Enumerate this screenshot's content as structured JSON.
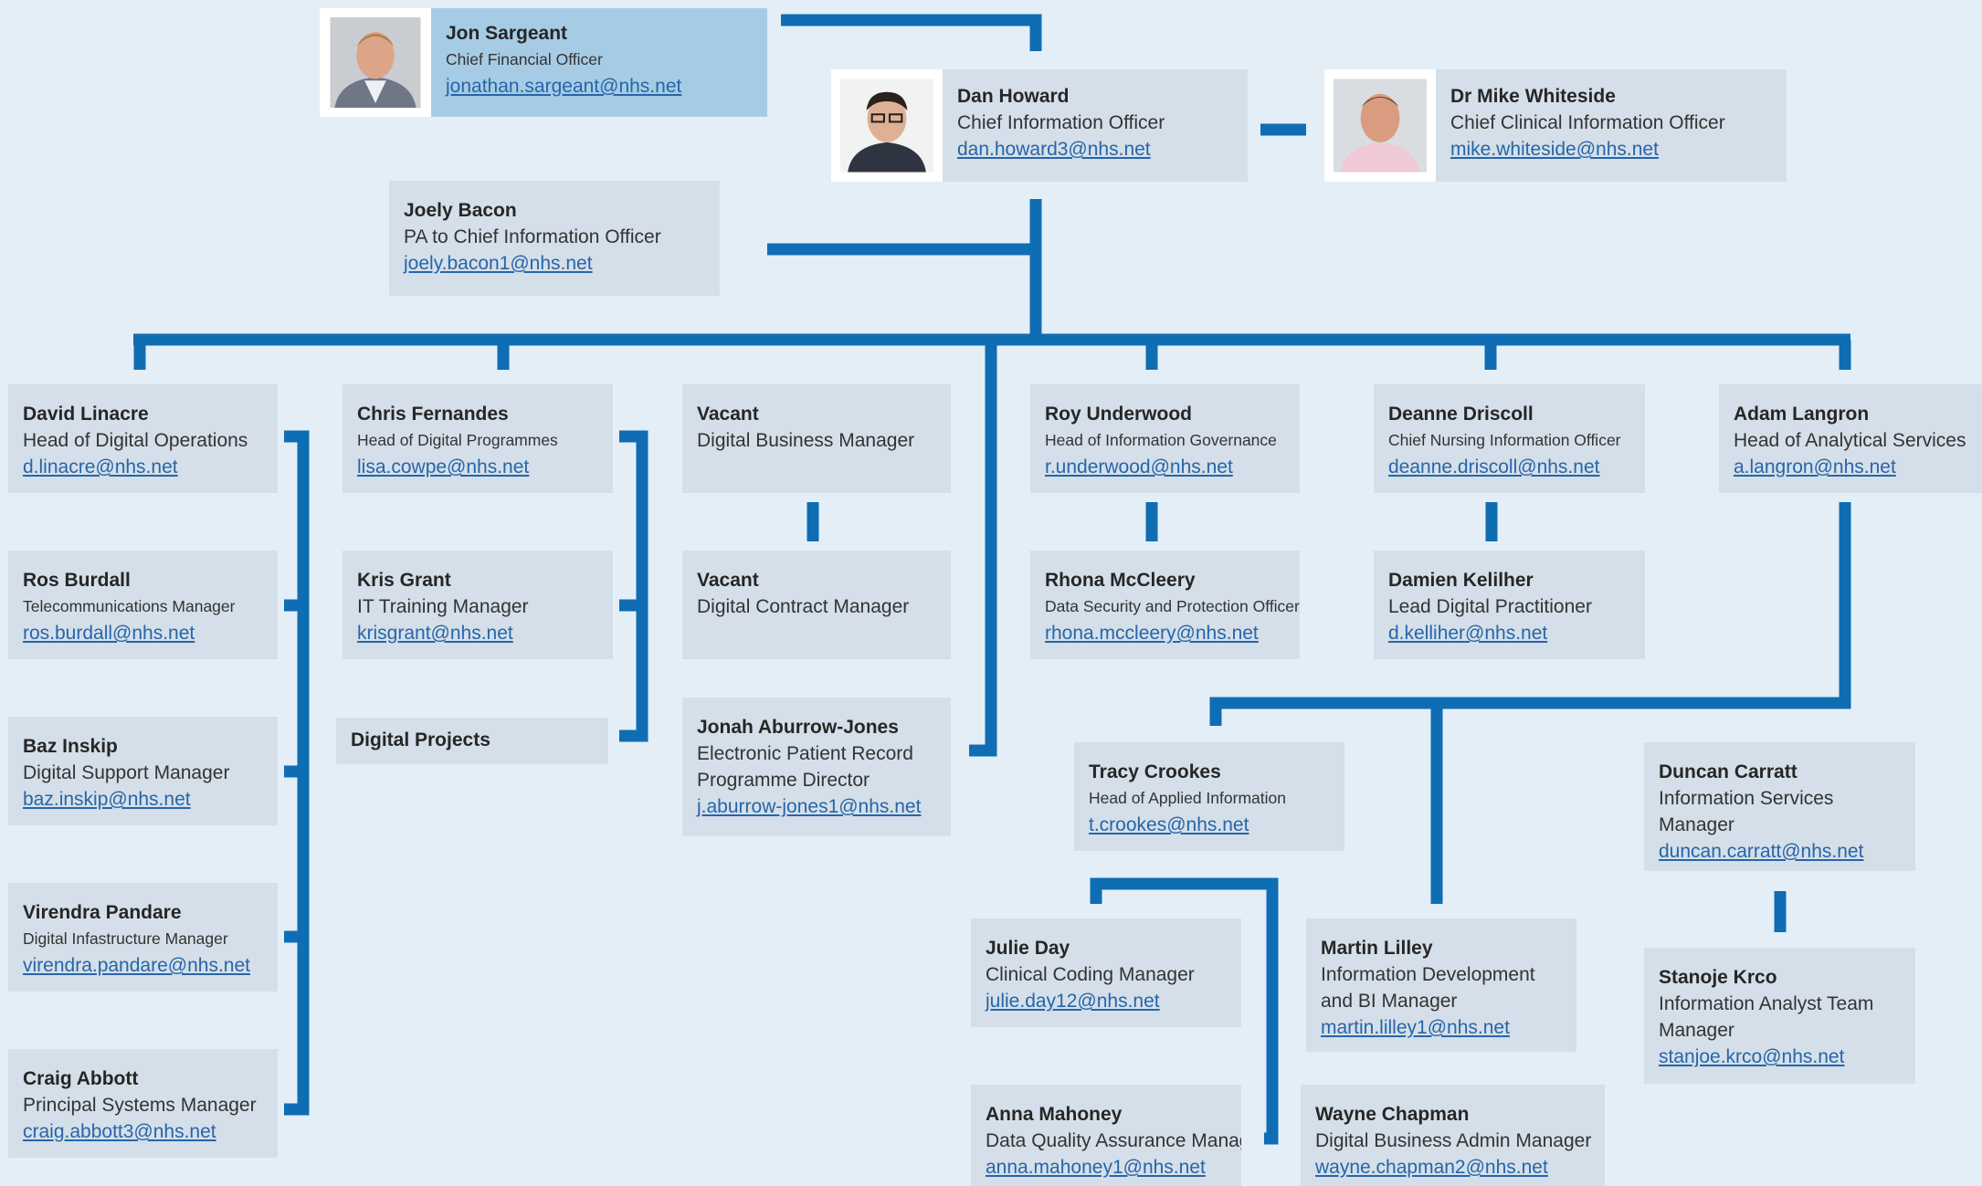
{
  "colors": {
    "background": "#e4eef7",
    "card": "#d4dfe9",
    "highlight_card": "#a6cbe5",
    "connector": "#0f6db3",
    "link": "#2765a8"
  },
  "people": {
    "jon_sargeant": {
      "name": "Jon Sargeant",
      "role": "Chief Financial Officer",
      "email": "jonathan.sargeant@nhs.net"
    },
    "dan_howard": {
      "name": "Dan Howard",
      "role": "Chief Information Officer",
      "email": "dan.howard3@nhs.net"
    },
    "mike_whiteside": {
      "name": "Dr Mike Whiteside",
      "role": "Chief Clinical Information Officer",
      "email": "mike.whiteside@nhs.net"
    },
    "joely_bacon": {
      "name": "Joely Bacon",
      "role": "PA to Chief Information Officer",
      "email": "joely.bacon1@nhs.net"
    },
    "david_linacre": {
      "name": "David Linacre",
      "role": "Head of Digital Operations",
      "email": "d.linacre@nhs.net"
    },
    "ros_burdall": {
      "name": "Ros Burdall",
      "role": "Telecommunications Manager",
      "email": "ros.burdall@nhs.net"
    },
    "baz_inskip": {
      "name": "Baz Inskip",
      "role": "Digital Support Manager",
      "email": "baz.inskip@nhs.net"
    },
    "virendra_pandare": {
      "name": "Virendra Pandare",
      "role": "Digital Infastructure Manager",
      "email": "virendra.pandare@nhs.net"
    },
    "craig_abbott": {
      "name": "Craig Abbott",
      "role": "Principal Systems Manager",
      "email": "craig.abbott3@nhs.net"
    },
    "chris_fernandes": {
      "name": "Chris Fernandes",
      "role": "Head of Digital Programmes",
      "email": "lisa.cowpe@nhs.net"
    },
    "kris_grant": {
      "name": "Kris Grant",
      "role": "IT Training Manager",
      "email": "krisgrant@nhs.net"
    },
    "digital_projects": {
      "name": "Digital Projects"
    },
    "vacant_dbm": {
      "name": "Vacant",
      "role": "Digital Business Manager"
    },
    "vacant_dcm": {
      "name": "Vacant",
      "role": "Digital Contract Manager"
    },
    "jonah_aburrow_jones": {
      "name": "Jonah Aburrow-Jones",
      "role_line1": "Electronic Patient Record",
      "role_line2": "Programme Director",
      "email": "j.aburrow-jones1@nhs.net"
    },
    "roy_underwood": {
      "name": "Roy Underwood",
      "role": "Head of Information Governance",
      "email": "r.underwood@nhs.net"
    },
    "rhona_mccleery": {
      "name": "Rhona McCleery",
      "role": "Data Security and Protection Officer",
      "email": "rhona.mccleery@nhs.net"
    },
    "deanne_driscoll": {
      "name": "Deanne Driscoll",
      "role": "Chief Nursing Information Officer",
      "email": "deanne.driscoll@nhs.net"
    },
    "damien_kelilher": {
      "name": "Damien Kelilher",
      "role": "Lead Digital Practitioner",
      "email": "d.kelliher@nhs.net"
    },
    "adam_langron": {
      "name": "Adam Langron",
      "role": "Head of Analytical Services",
      "email": "a.langron@nhs.net"
    },
    "tracy_crookes": {
      "name": "Tracy Crookes",
      "role": "Head of Applied Information",
      "email": "t.crookes@nhs.net"
    },
    "duncan_carratt": {
      "name": "Duncan Carratt",
      "role_line1": "Information Services",
      "role_line2": "Manager",
      "email": "duncan.carratt@nhs.net"
    },
    "julie_day": {
      "name": "Julie Day",
      "role": "Clinical Coding Manager",
      "email": "julie.day12@nhs.net"
    },
    "martin_lilley": {
      "name": "Martin Lilley",
      "role_line1": "Information Development",
      "role_line2": "and BI Manager",
      "email": "martin.lilley1@nhs.net"
    },
    "stanoje_krco": {
      "name": "Stanoje Krco",
      "role_line1": "Information Analyst Team",
      "role_line2": "Manager",
      "email": "stanjoe.krco@nhs.net"
    },
    "anna_mahoney": {
      "name": "Anna Mahoney",
      "role": "Data Quality Assurance Manager",
      "email": "anna.mahoney1@nhs.net"
    },
    "wayne_chapman": {
      "name": "Wayne Chapman",
      "role": "Digital Business Admin Manager",
      "email": "wayne.chapman2@nhs.net"
    }
  }
}
